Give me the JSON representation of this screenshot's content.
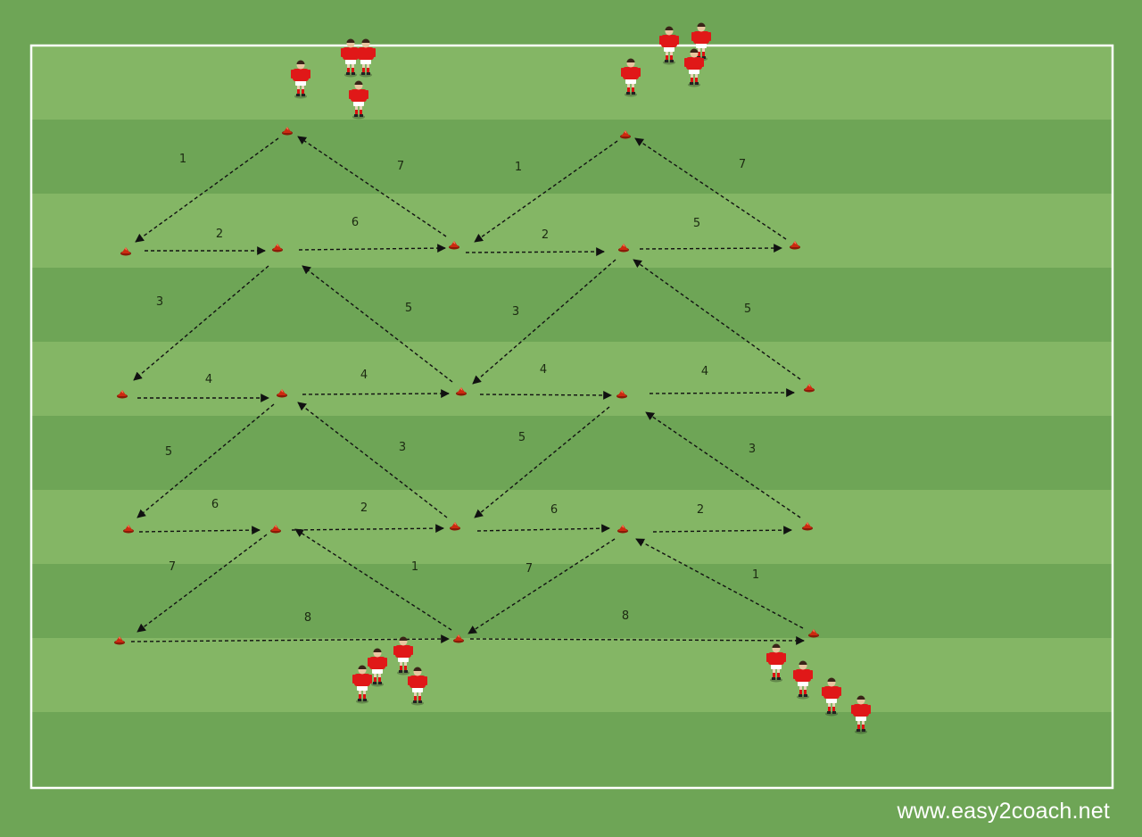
{
  "watermark": "www.easy2coach.net",
  "colors": {
    "grass_light": "#84b665",
    "grass_dark": "#6ea556",
    "outer": "#6ea556",
    "line": "#ffffff",
    "cone": "#cc2a10",
    "player_shirt": "#e01818",
    "arrow": "#111111"
  },
  "cones": [
    {
      "id": "c1"
    },
    {
      "id": "c2"
    },
    {
      "id": "c3"
    },
    {
      "id": "c4"
    },
    {
      "id": "c5"
    },
    {
      "id": "c6"
    },
    {
      "id": "c7"
    },
    {
      "id": "c8"
    },
    {
      "id": "c9"
    },
    {
      "id": "c10"
    },
    {
      "id": "c11"
    },
    {
      "id": "c12"
    },
    {
      "id": "c13"
    },
    {
      "id": "c14"
    },
    {
      "id": "c15"
    },
    {
      "id": "c16"
    },
    {
      "id": "c17"
    },
    {
      "id": "c18"
    },
    {
      "id": "c19"
    },
    {
      "id": "c20"
    },
    {
      "id": "c21"
    },
    {
      "id": "c22"
    },
    {
      "id": "c23"
    },
    {
      "id": "c24"
    },
    {
      "id": "c25"
    }
  ],
  "pass_labels": [
    "1",
    "7",
    "1",
    "7",
    "2",
    "6",
    "2",
    "5",
    "3",
    "5",
    "3",
    "5",
    "4",
    "4",
    "4",
    "4",
    "5",
    "3",
    "5",
    "3",
    "6",
    "2",
    "6",
    "2",
    "7",
    "1",
    "7",
    "1",
    "8",
    "8"
  ],
  "player_groups": [
    {
      "name": "top-left-group",
      "count": 4
    },
    {
      "name": "top-right-group",
      "count": 4
    },
    {
      "name": "bottom-left-group",
      "count": 4
    },
    {
      "name": "bottom-right-group",
      "count": 4
    }
  ]
}
